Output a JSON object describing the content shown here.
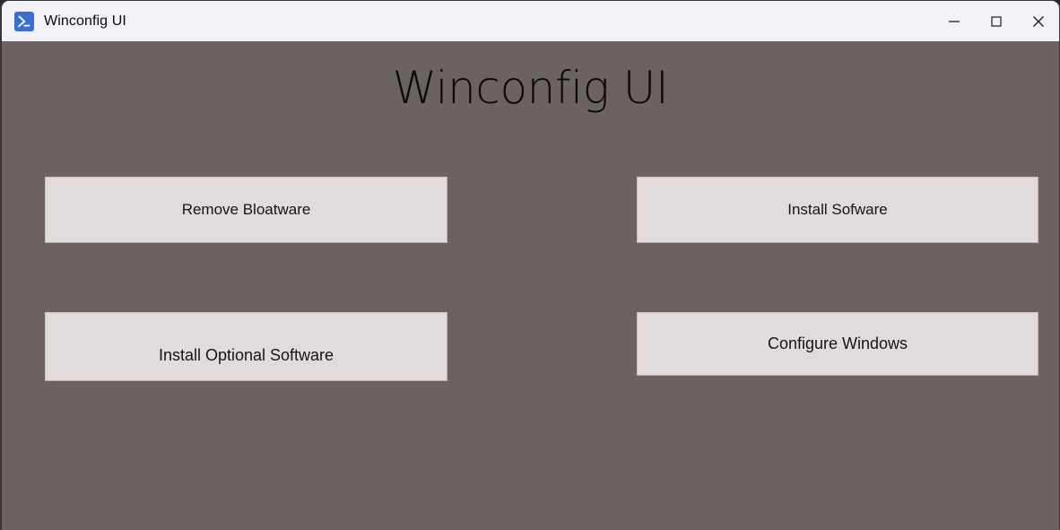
{
  "window": {
    "titlebar": {
      "icon": "powershell-icon",
      "title": "Winconfig UI",
      "controls": {
        "minimize": "minimize-icon",
        "maximize": "maximize-icon",
        "close": "close-icon"
      }
    },
    "colors": {
      "titlebar_background": "#F3F3F7",
      "body_background": "#6B6262",
      "button_background": "#E2DBDB",
      "button_border": "#C9C1C1",
      "text": "#0B0B0B",
      "icon_accent": "#3B6FD4"
    }
  },
  "main": {
    "heading": "Winconfig UI",
    "buttons": [
      {
        "label": "Remove Bloatware"
      },
      {
        "label": "Install Sofware"
      },
      {
        "label": "Install Optional Software"
      },
      {
        "label": "Configure Windows"
      }
    ]
  }
}
